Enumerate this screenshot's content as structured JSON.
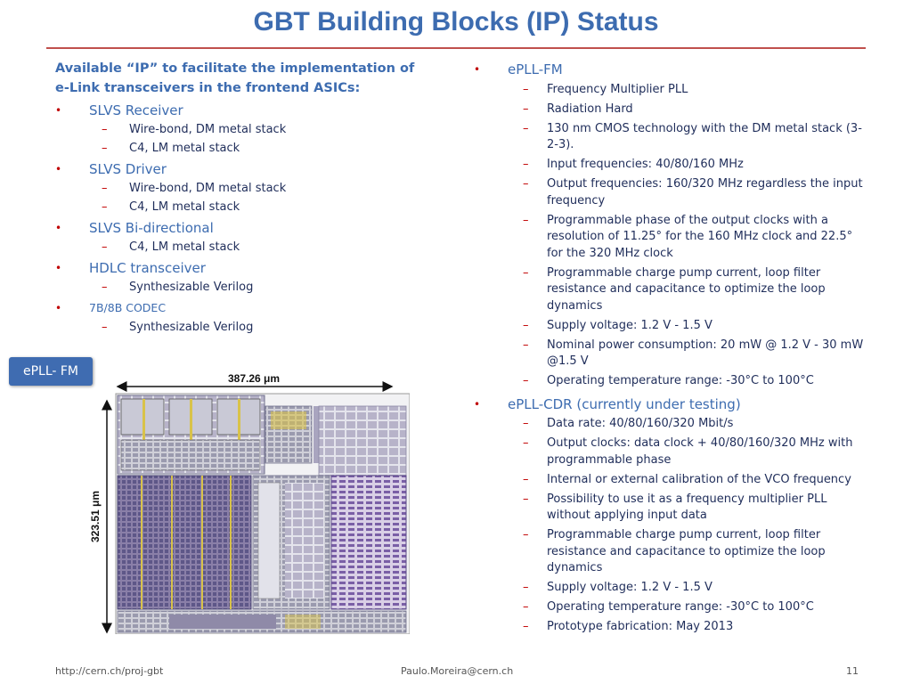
{
  "title": "GBT Building Blocks (IP) Status",
  "left": {
    "intro_line1": "Available “IP” to facilitate the implementation of",
    "intro_line2": "e-Link transceivers in the frontend ASICs:",
    "items": [
      {
        "label": "SLVS Receiver",
        "subs": [
          "Wire-bond, DM metal stack",
          "C4, LM metal stack"
        ]
      },
      {
        "label": "SLVS Driver",
        "subs": [
          "Wire-bond, DM metal stack",
          "C4, LM metal stack"
        ]
      },
      {
        "label": "SLVS Bi-directional",
        "subs": [
          "C4, LM metal stack"
        ]
      },
      {
        "label": "HDLC transceiver",
        "subs": [
          "Synthesizable Verilog"
        ]
      },
      {
        "label": "7B/8B CODEC",
        "subs": [
          "Synthesizable Verilog"
        ]
      }
    ]
  },
  "right": {
    "items": [
      {
        "label": "ePLL-FM",
        "subs": [
          "Frequency Multiplier PLL",
          "Radiation Hard",
          "130 nm CMOS technology with the DM metal stack (3-2-3).",
          "Input frequencies: 40/80/160 MHz",
          "Output frequencies: 160/320 MHz regardless the input frequency",
          "Programmable phase of the output clocks with a resolution of 11.25° for the 160 MHz clock and 22.5° for the 320 MHz clock",
          "Programmable charge pump current, loop filter resistance and capacitance to optimize the loop dynamics",
          "Supply voltage: 1.2 V - 1.5 V",
          "Nominal power consumption: 20 mW @ 1.2 V - 30 mW @1.5 V",
          "Operating temperature range: -30°C to 100°C"
        ]
      },
      {
        "label": "ePLL-CDR (currently under testing)",
        "subs": [
          "Data rate: 40/80/160/320 Mbit/s",
          "Output clocks: data clock + 40/80/160/320 MHz with programmable phase",
          "Internal or external calibration of the VCO frequency",
          "Possibility to use it as a frequency multiplier PLL without applying input data",
          "Programmable charge pump current, loop filter resistance and capacitance to optimize the loop dynamics",
          "Supply voltage: 1.2 V - 1.5 V",
          "Operating temperature range: -30°C to 100°C",
          "Prototype fabrication: May 2013"
        ]
      }
    ]
  },
  "badge": "ePLL- FM",
  "figure": {
    "width_label": "387.26 μm",
    "height_label": "323.51 μm"
  },
  "footer": {
    "url": "http://cern.ch/proj-gbt",
    "email": "Paulo.Moreira@cern.ch",
    "page": "11"
  },
  "colors": {
    "title": "#3d6cb0",
    "rule": "#c0504d",
    "bullet": "#c00000",
    "badge": "#3f6cb1"
  }
}
